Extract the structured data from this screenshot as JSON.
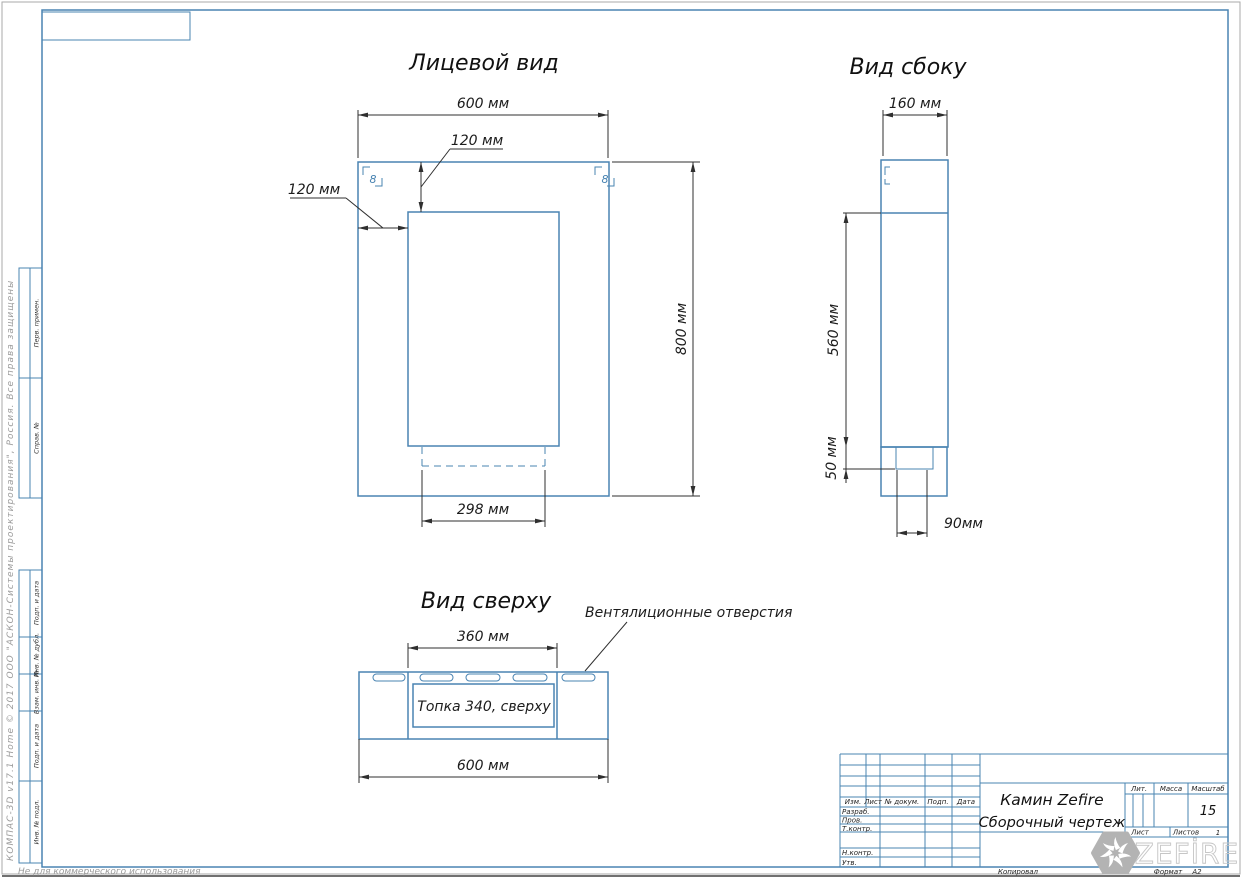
{
  "frame": {
    "copyright": "КОМПАС-3D v17.1 Home © 2017 ООО \"АСКОН-Системы проектирования\", Россия. Все права защищены",
    "not_commercial": "Не для коммерческого использования",
    "stamp_cells": [
      "Перв. примен.",
      "Справ. №",
      "Подп. и дата",
      "Инв. № дубл.",
      "Взам. инв. №",
      "Подп. и дата",
      "Инв. № подл."
    ]
  },
  "views": {
    "front": {
      "title": "Лицевой вид",
      "dim_top": "600 мм",
      "dim_inset_top": "120 мм",
      "dim_inset_left": "120 мм",
      "dim_height": "800 мм",
      "dim_bottom": "298 мм",
      "bracket": "8"
    },
    "side": {
      "title": "Вид сбоку",
      "dim_top": "160 мм",
      "dim_height": "560 мм",
      "dim_leg_h": "50 мм",
      "dim_leg_w": "90мм"
    },
    "top": {
      "title": "Вид сверху",
      "dim_inner": "360 мм",
      "dim_outer": "600 мм",
      "vents_label": "Вентялиционные отверстия",
      "insert_label": "Топка 340, сверху"
    }
  },
  "title_block": {
    "col_izm": "Изм.",
    "col_list": "Лист",
    "col_ndok": "№ докум.",
    "col_podp": "Подп.",
    "col_data": "Дата",
    "row_razrab": "Разраб.",
    "row_prov": "Пров.",
    "row_tkontr": "Т.контр.",
    "row_nkontr": "Н.контр.",
    "row_utv": "Утв.",
    "doc_title_line1": "Камин Zefire",
    "doc_title_line2": "Сборочный чертеж",
    "lit_label": "Лит.",
    "massa_label": "Масса",
    "masshtab_label": "Масштаб",
    "masshtab_value": "15",
    "list_label": "Лист",
    "listov_label": "Листов",
    "listov_value": "1",
    "kopiroval": "Копировал",
    "format_label": "Формат",
    "format_value": "А2",
    "brand": "ZEFİRE"
  }
}
